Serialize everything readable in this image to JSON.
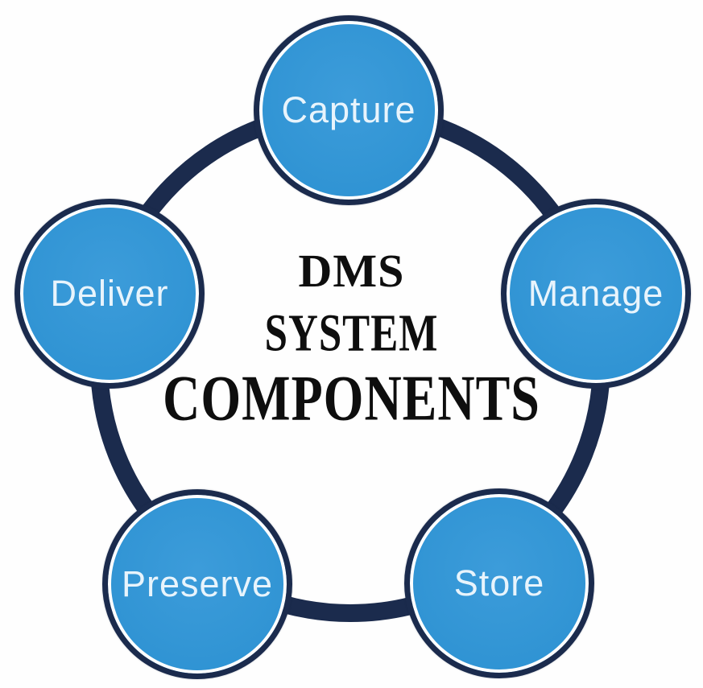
{
  "title": {
    "line1": "DMS",
    "line2": "SYSTEM",
    "line3": "COMPONENTS"
  },
  "nodes": [
    {
      "id": "capture",
      "label": "Capture"
    },
    {
      "id": "manage",
      "label": "Manage"
    },
    {
      "id": "store",
      "label": "Store"
    },
    {
      "id": "preserve",
      "label": "Preserve"
    },
    {
      "id": "deliver",
      "label": "Deliver"
    }
  ],
  "colors": {
    "background": "#fefefe",
    "ring": "#1b2b4d",
    "node_border": "#1b2b4d",
    "node_fill": "#2f93d3",
    "node_fill_light": "#3c9cda",
    "node_text": "#e8f4fc",
    "title_text": "#0e0e0e"
  }
}
